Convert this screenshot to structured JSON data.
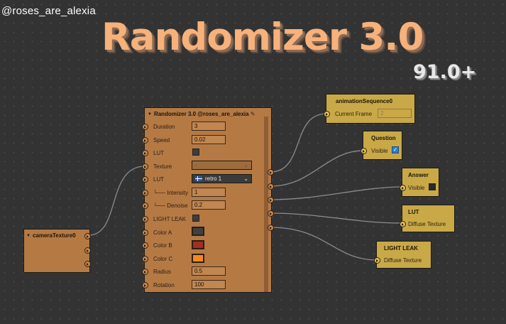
{
  "watermark": "@roses_are_alexia",
  "title": "Randomizer 3.0",
  "version_badge": "91.0+",
  "colors": {
    "canvas": "#333333",
    "node_orange": "#b57944",
    "node_yellow": "#c9a947",
    "wire": "#8c8c8c",
    "color_a": "#404040",
    "color_b": "#a82d21",
    "color_c": "#f5891f"
  },
  "camera_node": {
    "title": "cameraTexture0"
  },
  "randomizer_node": {
    "title": "Randomizer 3.0 @roses_are_alexia",
    "edit_icon": "pencil-icon",
    "inputs": {
      "duration": {
        "label": "Duration",
        "value": "3"
      },
      "speed": {
        "label": "Speed",
        "value": "0.02"
      },
      "lut_toggle": {
        "label": "LUT"
      },
      "texture": {
        "label": "Texture",
        "value": "-"
      },
      "lut_select": {
        "label": "LUT",
        "value": "retro 1"
      },
      "intensity": {
        "label": "└── Intensity",
        "value": "1"
      },
      "denoise": {
        "label": "└── Denoise",
        "value": "0.2"
      },
      "light_leak": {
        "label": "LIGHT LEAK"
      },
      "color_a": {
        "label": "Color A"
      },
      "color_b": {
        "label": "Color B"
      },
      "color_c": {
        "label": "Color C"
      },
      "radius": {
        "label": "Radius",
        "value": "0.5"
      },
      "rotation": {
        "label": "Rotation",
        "value": "100"
      }
    }
  },
  "anim_node": {
    "title": "animationSequence0",
    "label": "Current Frame",
    "value": "2"
  },
  "question_node": {
    "title": "Question",
    "label": "Visible"
  },
  "answer_node": {
    "title": "Answer",
    "label": "Visible"
  },
  "lut_node": {
    "title": "LUT",
    "label": "Diffuse Texture"
  },
  "lightleak_node": {
    "title": "LIGHT LEAK",
    "label": "Diffuse Texture"
  }
}
